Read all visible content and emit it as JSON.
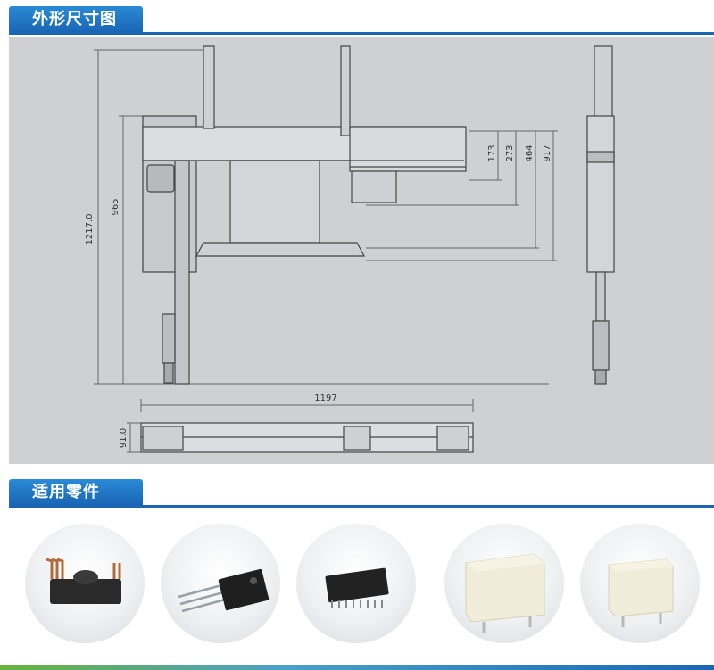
{
  "sections": {
    "dimensions_title": "外形尺寸图",
    "parts_title": "适用零件"
  },
  "dimensions": {
    "overall_height": "1217.0",
    "frame_height": "965",
    "overall_width": "1197",
    "base_depth": "91.0",
    "stroke_1": "173",
    "stroke_2": "273",
    "stroke_3": "464",
    "stroke_4": "917"
  },
  "parts": [
    {
      "icon": "magnetic-coil-part-icon"
    },
    {
      "icon": "to220-transistor-part-icon"
    },
    {
      "icon": "smd-chip-part-icon"
    },
    {
      "icon": "large-relay-part-icon"
    },
    {
      "icon": "small-relay-part-icon"
    }
  ],
  "colors": {
    "accent": "#1a66b5",
    "panel": "#cfd0d2",
    "line": "#555555"
  }
}
